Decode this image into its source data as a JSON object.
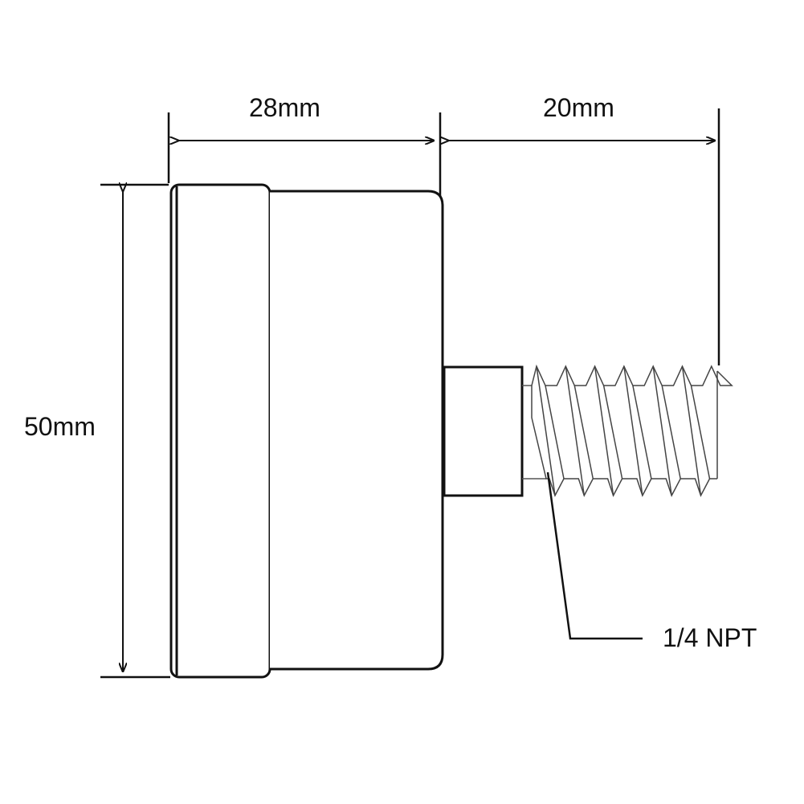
{
  "title": "Pressure gauge dimensions",
  "dimensions": {
    "case_depth": "28mm",
    "thread_length": "20mm",
    "diameter": "50mm"
  },
  "thread_label": "1/4 NPT",
  "colors": {
    "line": "#111111",
    "thread": "#555555",
    "background": "#ffffff"
  }
}
